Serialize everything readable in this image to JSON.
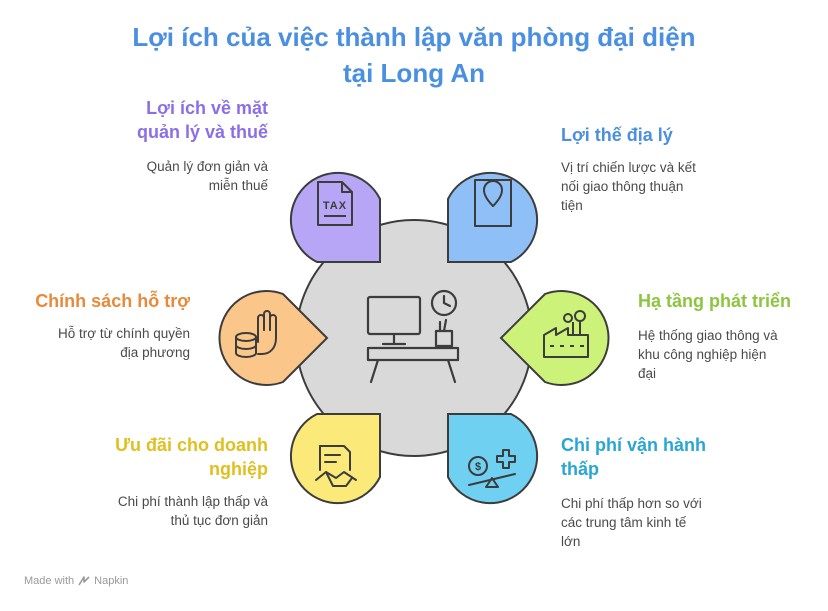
{
  "title": {
    "line1": "Lợi ích của việc thành lập văn phòng đại diện",
    "line2": "tại Long An"
  },
  "items": [
    {
      "label_lines": [
        "Lợi ích về mặt",
        "quản lý và thuế"
      ],
      "desc_lines": [
        "Quản lý đơn giản và",
        "miễn thuế"
      ],
      "color": "#8b6fe8",
      "fill": "#b6a6f5",
      "icon": "tax-document-icon"
    },
    {
      "label_lines": [
        "Lợi thế địa lý"
      ],
      "desc_lines": [
        "Vị trí chiến lược và kết",
        "nối giao thông thuận",
        "tiện"
      ],
      "color": "#4a8fe0",
      "fill": "#8ec0f7",
      "icon": "map-pin-icon"
    },
    {
      "label_lines": [
        "Hạ tầng phát triển"
      ],
      "desc_lines": [
        "Hệ thống giao thông và",
        "khu công nghiệp hiện",
        "đại"
      ],
      "color": "#8cc63f",
      "fill": "#cdf27a",
      "icon": "factory-icon"
    },
    {
      "label_lines": [
        "Chi phí vận hành",
        "thấp"
      ],
      "desc_lines": [
        "Chi phí thấp hơn so với",
        "các trung tâm kinh tế",
        "lớn"
      ],
      "color": "#2aa6d6",
      "fill": "#6fd0f2",
      "icon": "cost-balance-icon"
    },
    {
      "label_lines": [
        "Ưu đãi cho doanh",
        "nghiệp"
      ],
      "desc_lines": [
        "Chi phí thành lập thấp và",
        "thủ tục đơn giản"
      ],
      "color": "#e0c020",
      "fill": "#fbe97a",
      "icon": "contract-handshake-icon"
    },
    {
      "label_lines": [
        "Chính sách hỗ trợ"
      ],
      "desc_lines": [
        "Hỗ trợ từ chính quyền",
        "địa phương"
      ],
      "color": "#e88a3a",
      "fill": "#fbc68a",
      "icon": "hand-coins-icon"
    }
  ],
  "center": {
    "icon": "office-desk-icon"
  },
  "footer": {
    "made_with": "Made with",
    "brand": "Napkin"
  }
}
